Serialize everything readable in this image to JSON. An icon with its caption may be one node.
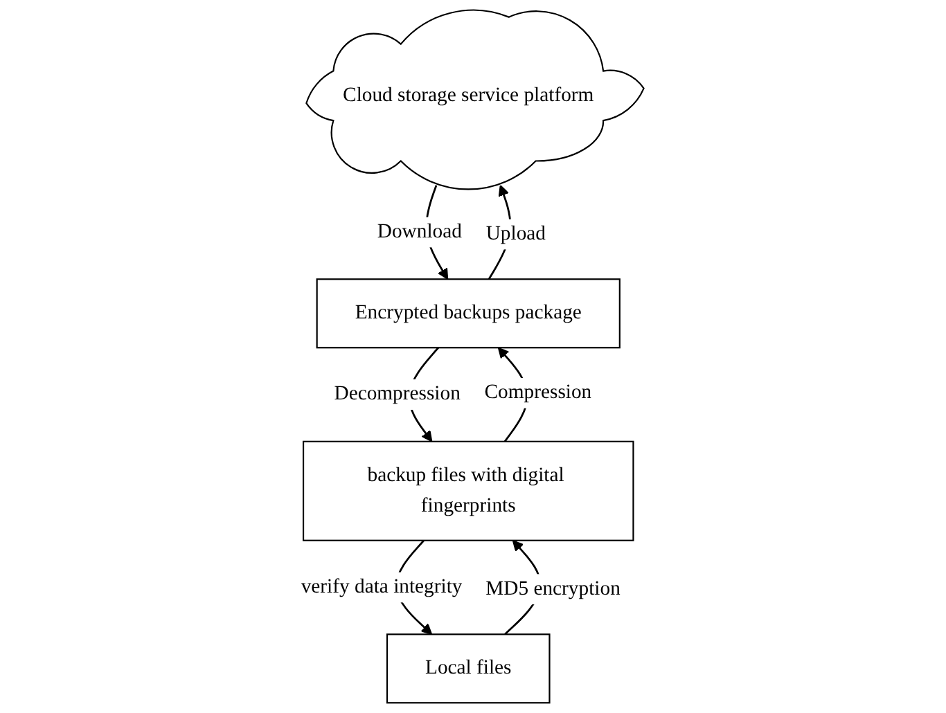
{
  "diagram": {
    "nodes": [
      {
        "text": [
          "Cloud storage service platform"
        ]
      },
      {
        "text": [
          "Encrypted backups package"
        ]
      },
      {
        "text": [
          "Local files"
        ]
      },
      {
        "text": [
          "backup files with digital fingerprints"
        ]
      }
    ],
    "edges": [
      {
        "from": 1,
        "to": 0,
        "arrow": "to",
        "label": "Upload"
      },
      {
        "from": 0,
        "to": 1,
        "arrow": "to",
        "label": "Download"
      },
      {
        "from": 1,
        "to": 3,
        "arrow": "to",
        "label": "Decompression"
      },
      {
        "from": 3,
        "to": 1,
        "arrow": "to",
        "label": "Compression"
      },
      {
        "from": 2,
        "to": 3,
        "arrow": "to",
        "label": "MD5 encryption"
      },
      {
        "from": 3,
        "to": 2,
        "arrow": "to",
        "label": "verify data integrity"
      }
    ]
  }
}
